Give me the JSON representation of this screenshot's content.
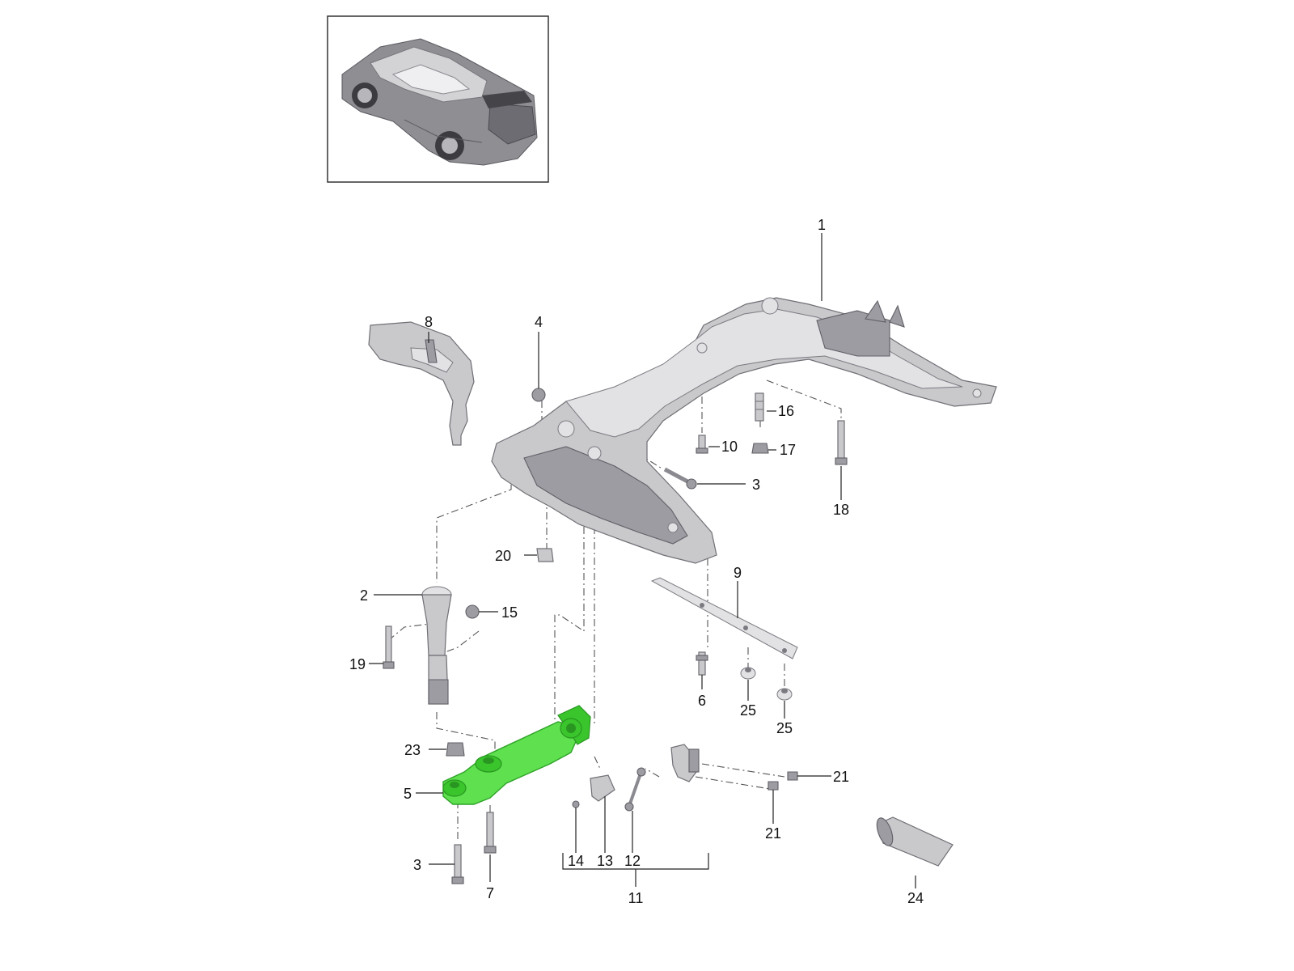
{
  "figure": {
    "thumbnail": "car-rear-view",
    "highlight_color": "#5ee04f",
    "callouts": [
      {
        "id": "c1",
        "text": "1"
      },
      {
        "id": "c2",
        "text": "2"
      },
      {
        "id": "c3a",
        "text": "3"
      },
      {
        "id": "c3b",
        "text": "3"
      },
      {
        "id": "c4",
        "text": "4"
      },
      {
        "id": "c5",
        "text": "5"
      },
      {
        "id": "c6",
        "text": "6"
      },
      {
        "id": "c7",
        "text": "7"
      },
      {
        "id": "c8",
        "text": "8"
      },
      {
        "id": "c9",
        "text": "9"
      },
      {
        "id": "c10",
        "text": "10"
      },
      {
        "id": "c11",
        "text": "11"
      },
      {
        "id": "c12",
        "text": "12"
      },
      {
        "id": "c13",
        "text": "13"
      },
      {
        "id": "c14",
        "text": "14"
      },
      {
        "id": "c15",
        "text": "15"
      },
      {
        "id": "c16",
        "text": "16"
      },
      {
        "id": "c17",
        "text": "17"
      },
      {
        "id": "c18",
        "text": "18"
      },
      {
        "id": "c19",
        "text": "19"
      },
      {
        "id": "c20",
        "text": "20"
      },
      {
        "id": "c21a",
        "text": "21"
      },
      {
        "id": "c21b",
        "text": "21"
      },
      {
        "id": "c23",
        "text": "23"
      },
      {
        "id": "c24",
        "text": "24"
      },
      {
        "id": "c25a",
        "text": "25"
      },
      {
        "id": "c25b",
        "text": "25"
      }
    ]
  }
}
